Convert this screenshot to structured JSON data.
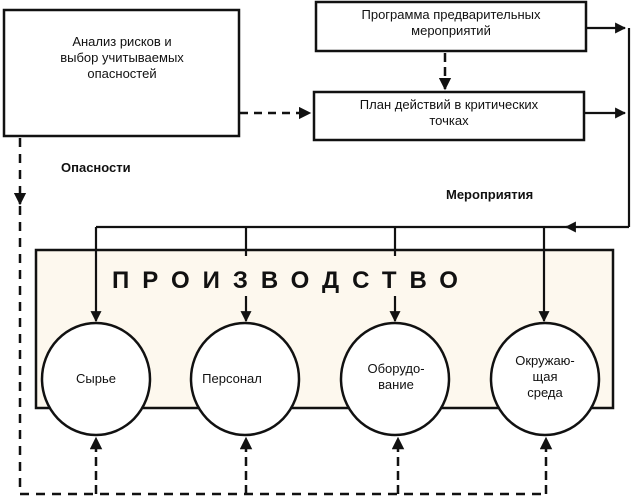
{
  "diagram": {
    "boxes": {
      "risk_analysis": [
        "Анализ рисков и",
        "выбор учитываемых",
        "опасностей"
      ],
      "prelim_program": [
        "Программа предварительных",
        "мероприятий"
      ],
      "ccp_plan": [
        "План действий в критических",
        "точках"
      ]
    },
    "labels": {
      "hazards": "Опасности",
      "measures": "Мероприятия"
    },
    "production": {
      "title": "ПРОИЗВОДСТВО",
      "background": "#fdf8ee",
      "elements": [
        [
          "Сырье"
        ],
        [
          "Персонал"
        ],
        [
          "Оборудо-",
          "вание"
        ],
        [
          "Окружаю-",
          "щая",
          "среда"
        ]
      ]
    }
  }
}
